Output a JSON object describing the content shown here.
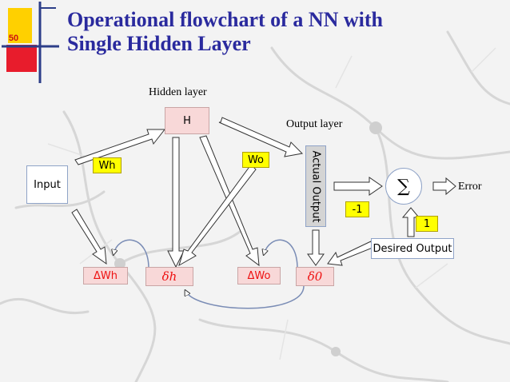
{
  "slide": {
    "number": "50",
    "title_line1": "Operational flowchart of a NN with",
    "title_line2": "Single Hidden Layer"
  },
  "diagram": {
    "hidden_layer_label": "Hidden layer",
    "output_layer_label": "Output layer",
    "nodes": {
      "input": "Input",
      "hidden": "H",
      "actual_output": "Actual Output",
      "sum_symbol": "∑",
      "error": "Error",
      "desired_output": "Desired Output"
    },
    "weights": {
      "wh": "Wh",
      "wo": "Wo"
    },
    "constants": {
      "minus_one": "-1",
      "one": "1"
    },
    "updates": {
      "delta_wh": "ΔWh",
      "delta_h": "δh",
      "delta_wo": "ΔWo",
      "delta_o": "δ0"
    }
  },
  "colors": {
    "title": "#2a2a9e",
    "highlight_box": "#ffff00",
    "update_box": "#f8d8d8",
    "update_text": "#ee1111",
    "arrow_fill": "#ffffff",
    "arrow_stroke": "#333333"
  }
}
